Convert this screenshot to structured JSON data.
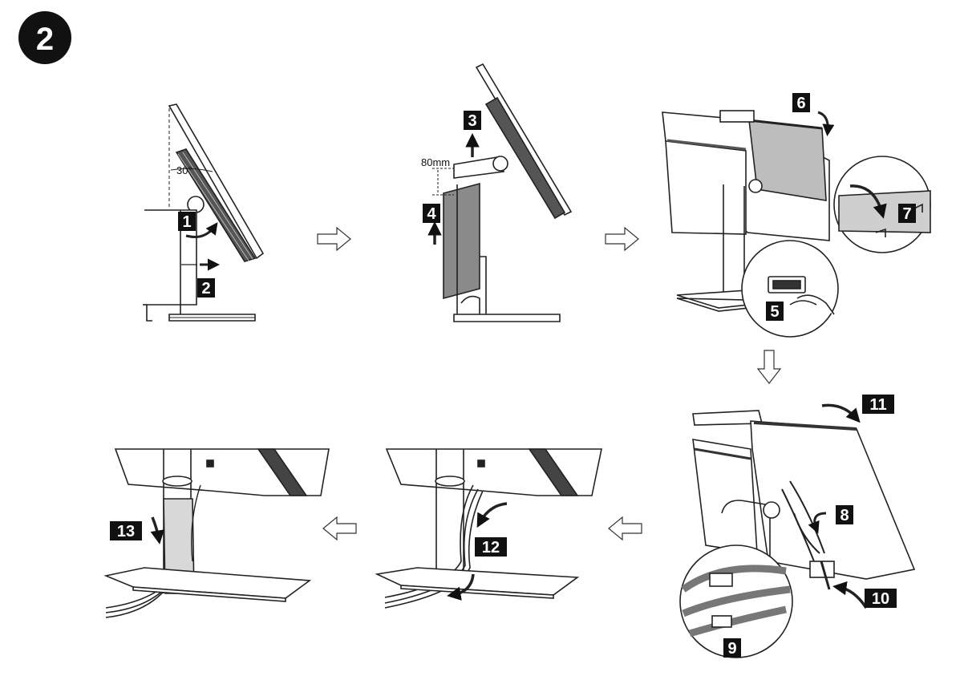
{
  "step_number": "2",
  "panels": {
    "p1": {
      "angle_label": "30°",
      "steps": [
        "1",
        "2"
      ]
    },
    "p2": {
      "height_label": "80mm",
      "steps": [
        "3",
        "4"
      ]
    },
    "p3": {
      "steps": [
        "5",
        "6",
        "7"
      ]
    },
    "p4": {
      "steps": [
        "8",
        "9",
        "10",
        "11"
      ]
    },
    "p5": {
      "steps": [
        "12"
      ]
    },
    "p6": {
      "steps": [
        "13"
      ]
    }
  },
  "colors": {
    "label_bg": "#111111",
    "label_fg": "#ffffff",
    "line": "#222222",
    "cover_fill": "#8a8a8a",
    "light_fill": "#d8d8d8"
  }
}
